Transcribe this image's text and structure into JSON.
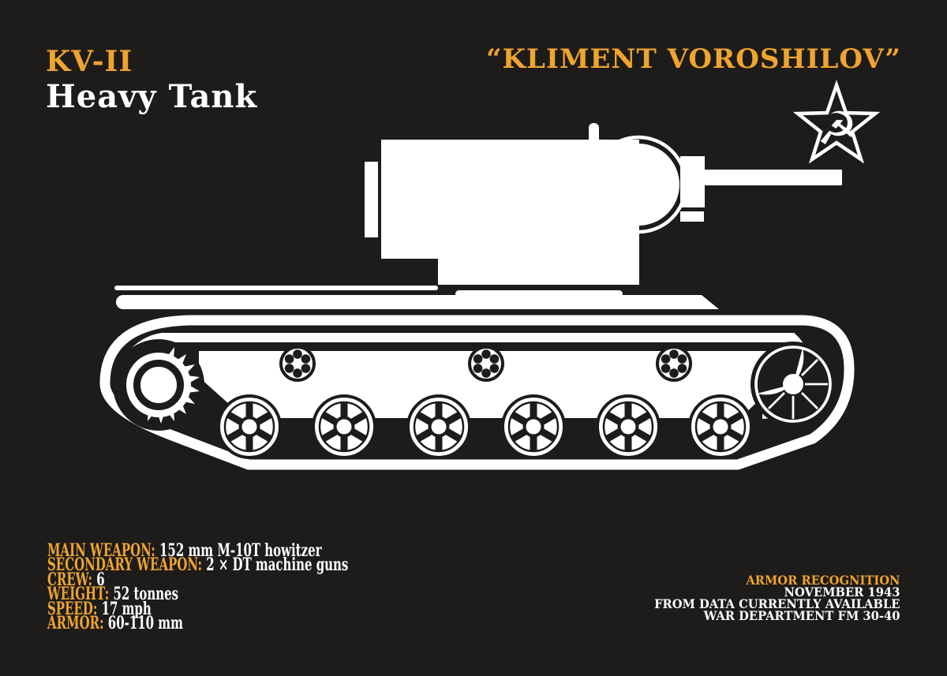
{
  "colors": {
    "background": "#1E1C1A",
    "accent": "#EFA42F",
    "foreground": "#FFFFFF"
  },
  "header": {
    "model": "KV-II",
    "vehicle_class": "Heavy Tank",
    "nickname": "“KLIMENT VOROSHILOV”"
  },
  "emblem": {
    "icon": "hammer-and-sickle-star-icon",
    "symbol": "☭"
  },
  "illustration": {
    "name": "kv2-heavy-tank-silhouette",
    "facing": "right"
  },
  "specs": [
    {
      "label": "MAIN WEAPON:",
      "value": "152 mm M-10T howitzer"
    },
    {
      "label": "SECONDARY WEAPON:",
      "value": "2 × DT machine guns"
    },
    {
      "label": "CREW:",
      "value": "6"
    },
    {
      "label": "WEIGHT:",
      "value": "52 tonnes"
    },
    {
      "label": "SPEED:",
      "value": "17 mph"
    },
    {
      "label": "ARMOR:",
      "value": "60-110 mm"
    }
  ],
  "footer": {
    "title": "ARMOR RECOGNITION",
    "lines": [
      "NOVEMBER 1943",
      "FROM DATA CURRENTLY AVAILABLE",
      "WAR DEPARTMENT FM 30-40"
    ]
  }
}
